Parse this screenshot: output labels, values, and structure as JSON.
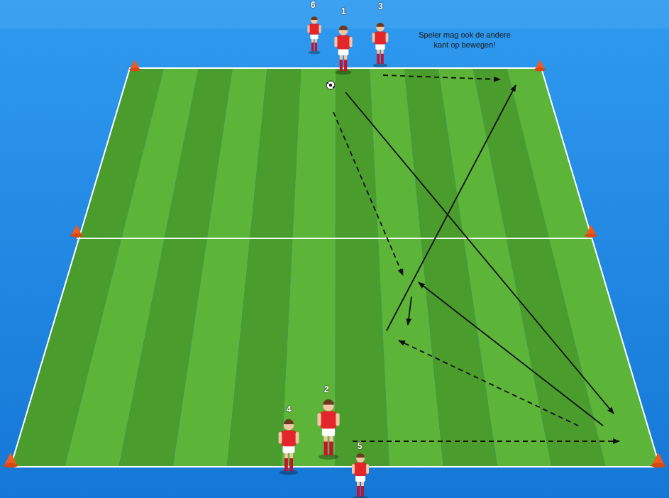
{
  "diagram": {
    "labels": [
      "6",
      "1",
      "3",
      "Speler mag ook de andere kant op bewegen!",
      "2",
      "4",
      "5"
    ]
  }
}
